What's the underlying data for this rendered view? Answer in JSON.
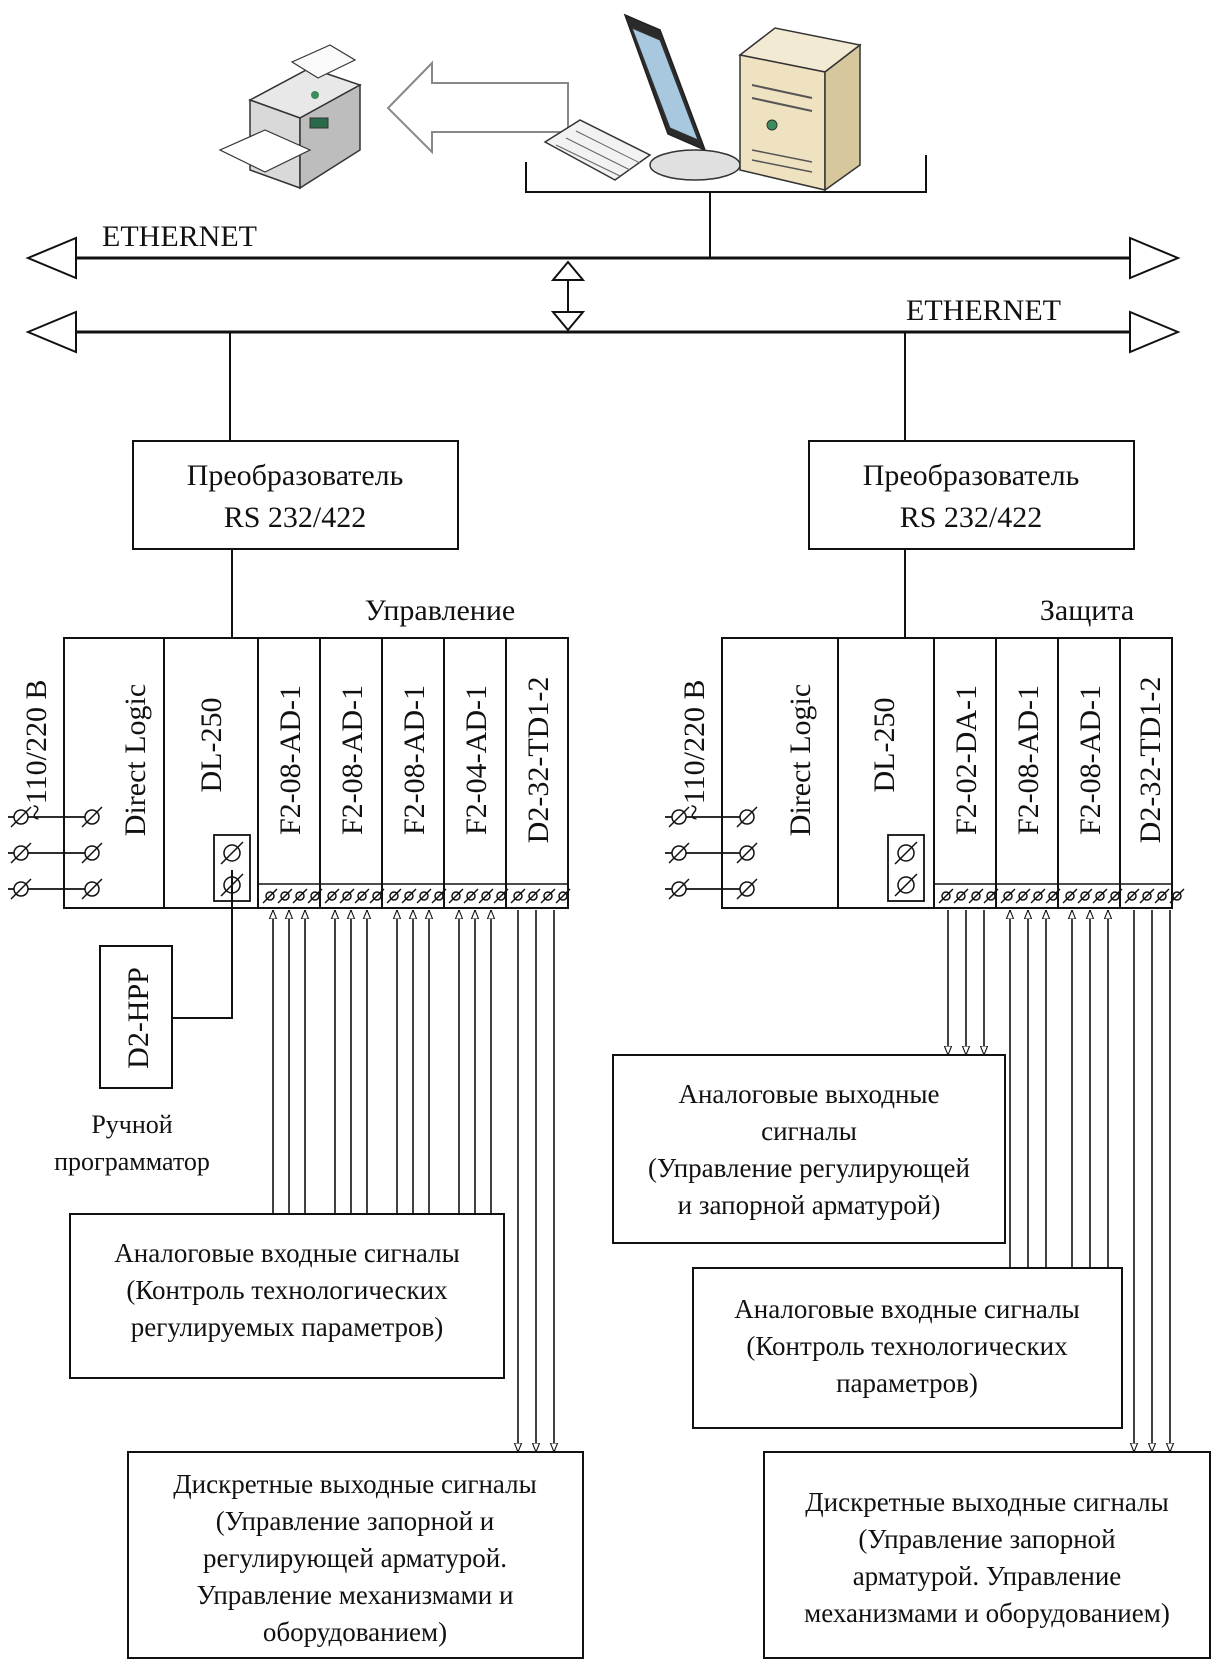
{
  "networks": {
    "top_label": "ETHERNET",
    "bottom_label": "ETHERNET"
  },
  "converters": {
    "left": {
      "line1": "Преобразователь",
      "line2": "RS 232/422"
    },
    "right": {
      "line1": "Преобразователь",
      "line2": "RS 232/422"
    }
  },
  "racks": {
    "left": {
      "title": "Управление",
      "power": "~110/220 В",
      "modules": [
        "Direct Logic",
        "DL-250",
        "F2-08-AD-1",
        "F2-08-AD-1",
        "F2-08-AD-1",
        "F2-04-AD-1",
        "D2-32-TD1-2"
      ]
    },
    "right": {
      "title": "Защита",
      "power": "~110/220 В",
      "modules": [
        "Direct Logic",
        "DL-250",
        "F2-02-DA-1",
        "F2-08-AD-1",
        "F2-08-AD-1",
        "D2-32-TD1-2"
      ]
    }
  },
  "programmer": {
    "device": "D2-HPP",
    "caption_line1": "Ручной",
    "caption_line2": "программатор"
  },
  "signal_boxes": {
    "left_analog_in": [
      "Аналоговые входные  сигналы",
      "(Контроль технологических",
      "регулируемых параметров)"
    ],
    "left_discrete_out": [
      "Дискретные выходные  сигналы",
      "(Управление запорной и",
      "регулирующей арматурой.",
      "Управление механизмами и",
      "оборудованием)"
    ],
    "right_analog_out": [
      "Аналоговые выходные",
      "сигналы",
      "(Управление регулирующей",
      "и запорной арматурой)"
    ],
    "right_analog_in": [
      "Аналоговые входные  сигналы",
      "(Контроль технологических",
      "параметров)"
    ],
    "right_discrete_out": [
      "Дискретные выходные  сигналы",
      "(Управление запорной",
      "арматурой. Управление",
      "механизмами и оборудованием)"
    ]
  },
  "icons": [
    "printer-icon",
    "print-arrow-icon",
    "computer-icon",
    "network-bridge-icon",
    "terminal-icon",
    "signal-arrow-icon"
  ]
}
